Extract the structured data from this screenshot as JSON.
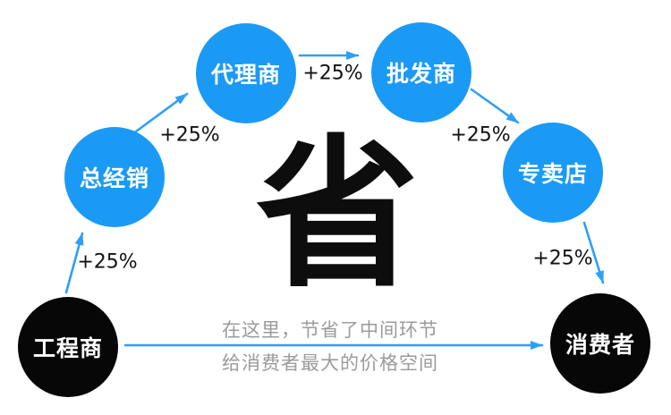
{
  "diagram": {
    "center_character": "省",
    "nodes": [
      {
        "id": "engineering-contractor",
        "label": "工程商",
        "color": "#070707"
      },
      {
        "id": "general-distributor",
        "label": "总经销",
        "color": "#1b9af5"
      },
      {
        "id": "agent",
        "label": "代理商",
        "color": "#1b9af5"
      },
      {
        "id": "wholesaler",
        "label": "批发商",
        "color": "#1b9af5"
      },
      {
        "id": "specialty-store",
        "label": "专卖店",
        "color": "#1b9af5"
      },
      {
        "id": "consumer",
        "label": "消费者",
        "color": "#070707"
      }
    ],
    "edges": [
      {
        "from": "工程商",
        "to": "总经销",
        "label": "+25%"
      },
      {
        "from": "总经销",
        "to": "代理商",
        "label": "+25%"
      },
      {
        "from": "代理商",
        "to": "批发商",
        "label": "+25%"
      },
      {
        "from": "批发商",
        "to": "专卖店",
        "label": "+25%"
      },
      {
        "from": "专卖店",
        "to": "消费者",
        "label": "+25%"
      },
      {
        "from": "工程商",
        "to": "消费者",
        "label": ""
      }
    ],
    "footer": {
      "line1": "在这里，节省了中间环节",
      "line2": "给消费者最大的价格空间"
    },
    "colors": {
      "node_blue": "#1b9af5",
      "node_black": "#070707",
      "arrow_blue": "#2f9ff5",
      "percent_text": "#111111",
      "footer_gray": "#9b9b9b",
      "center_char_black": "#0d0d0d",
      "background": "#ffffff"
    }
  }
}
